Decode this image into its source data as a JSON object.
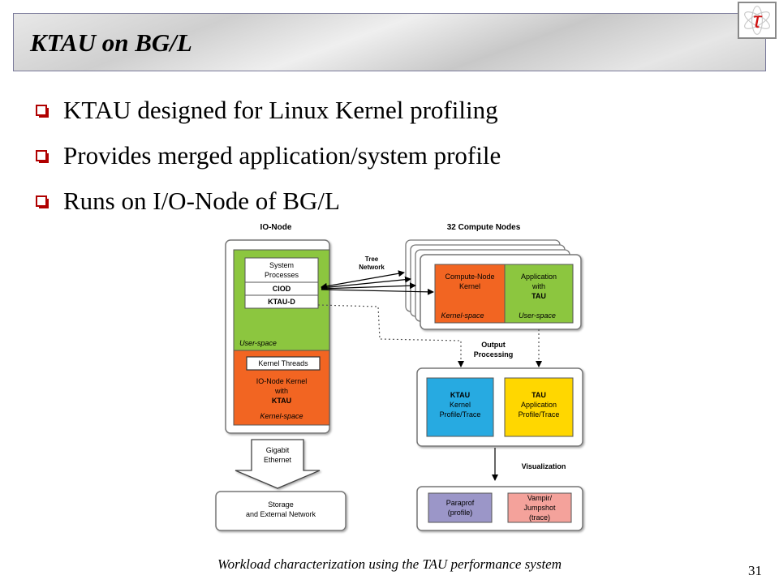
{
  "slide": {
    "title": "KTAU on BG/L",
    "bullets": [
      "KTAU designed for Linux Kernel profiling",
      "Provides merged application/system profile",
      "Runs on I/O-Node of BG/L"
    ],
    "footer": "Workload characterization using the TAU performance system",
    "page_number": "31"
  },
  "logo": {
    "icon": "tau-atom-logo",
    "glyph": "τ"
  },
  "diagram": {
    "io_node_label": "IO-Node",
    "compute_nodes_label": "32 Compute Nodes",
    "tree_network_1": "Tree",
    "tree_network_2": "Network",
    "system_processes_1": "System",
    "system_processes_2": "Processes",
    "ciod": "CIOD",
    "ktau_d": "KTAU-D",
    "user_space": "User-space",
    "kernel_threads": "Kernel Threads",
    "io_kernel_1": "IO-Node Kernel",
    "io_kernel_2": "with",
    "io_kernel_3": "KTAU",
    "kernel_space": "Kernel-space",
    "cn_kernel_1": "Compute-Node",
    "cn_kernel_2": "Kernel",
    "cn_kernel_space": "Kernel-space",
    "app_1": "Application",
    "app_2": "with",
    "app_3": "TAU",
    "app_user_space": "User-space",
    "output_1": "Output",
    "output_2": "Processing",
    "ktau_prof_1": "KTAU",
    "ktau_prof_2": "Kernel",
    "ktau_prof_3": "Profile/Trace",
    "tau_prof_1": "TAU",
    "tau_prof_2": "Application",
    "tau_prof_3": "Profile/Trace",
    "visualization": "Visualization",
    "gigabit_1": "Gigabit",
    "gigabit_2": "Ethernet",
    "storage_1": "Storage",
    "storage_2": "and External Network",
    "paraprof_1": "Paraprof",
    "paraprof_2": "(profile)",
    "vampir_1": "Vampir/",
    "vampir_2": "Jumpshot",
    "vampir_3": "(trace)",
    "colors": {
      "user_space_green": "#8cc63f",
      "kernel_orange": "#f26522",
      "ktau_blue": "#27aae1",
      "tau_yellow": "#ffd700",
      "paraprof_purple": "#9b96c8",
      "vampir_salmon": "#f4a29b"
    }
  }
}
